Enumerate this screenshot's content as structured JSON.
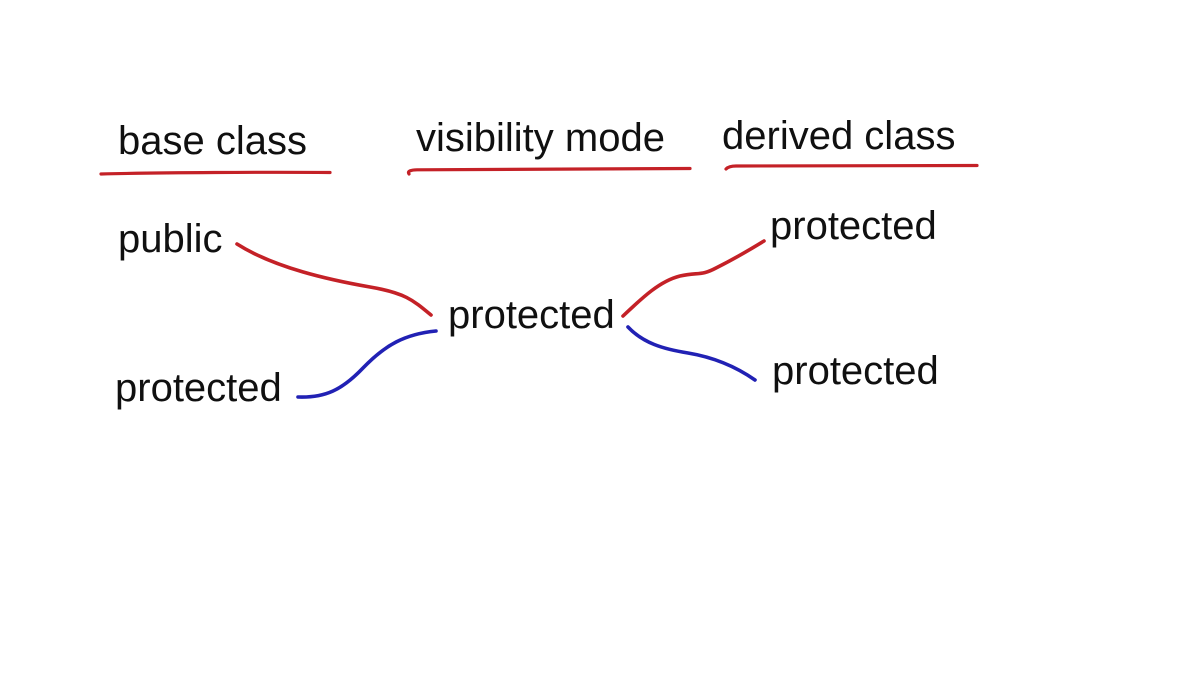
{
  "diagram": {
    "headers": {
      "base": "base class",
      "visibility": "visibility mode",
      "derived": "derived class"
    },
    "base_class": {
      "item_public": "public",
      "item_protected": "protected"
    },
    "visibility_mode": {
      "selected": "protected"
    },
    "derived_class": {
      "item_top": "protected",
      "item_bottom": "protected"
    },
    "colors": {
      "red": "#c42127",
      "blue": "#2121b4",
      "text": "#101010",
      "background": "#ffffff"
    }
  }
}
